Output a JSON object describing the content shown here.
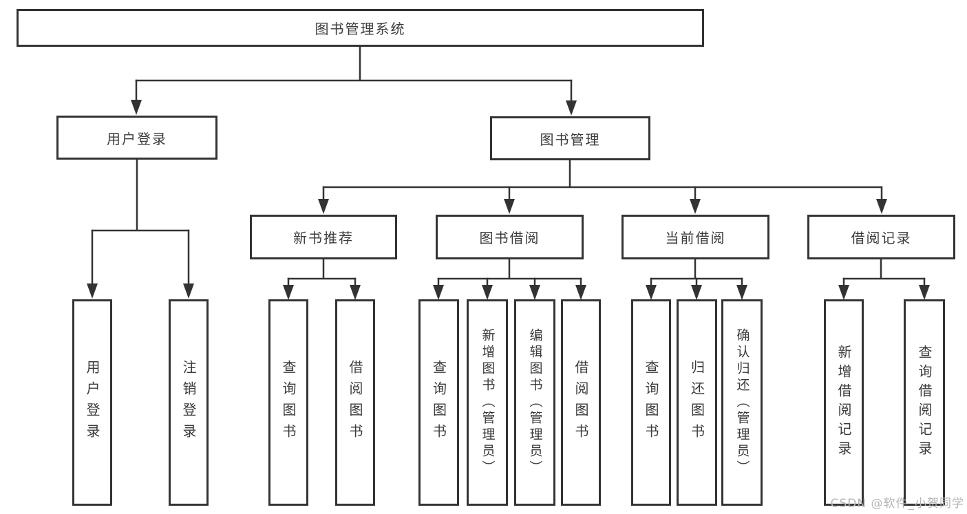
{
  "diagram_title": "图书管理系统",
  "tree": {
    "root": "图书管理系统",
    "children": [
      {
        "label": "用户登录",
        "children": [
          "用户登录",
          "注销登录"
        ]
      },
      {
        "label": "图书管理",
        "children": [
          {
            "label": "新书推荐",
            "children": [
              "查询图书",
              "借阅图书"
            ]
          },
          {
            "label": "图书借阅",
            "children": [
              "查询图书",
              "新增图书（管理员）",
              "编辑图书（管理员）",
              "借阅图书"
            ]
          },
          {
            "label": "当前借阅",
            "children": [
              "查询图书",
              "归还图书",
              "确认归还（管理员）"
            ]
          },
          {
            "label": "借阅记录",
            "children": [
              "新增借阅记录",
              "查询借阅记录"
            ]
          }
        ]
      }
    ]
  },
  "watermark": "CSDN @软件_小贺同学",
  "colors": {
    "line": "#333333",
    "box_border": "#333333",
    "text": "#3b3b3b",
    "watermark": "#b5b5b5",
    "background": "#ffffff"
  }
}
